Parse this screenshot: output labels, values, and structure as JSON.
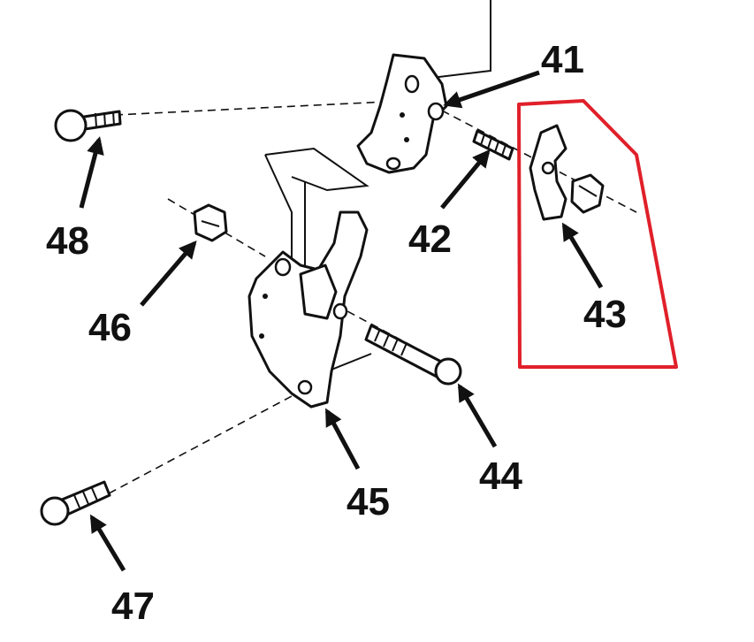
{
  "callouts": [
    {
      "id": "41",
      "label": "41"
    },
    {
      "id": "42",
      "label": "42"
    },
    {
      "id": "43",
      "label": "43"
    },
    {
      "id": "44",
      "label": "44"
    },
    {
      "id": "45",
      "label": "45"
    },
    {
      "id": "46",
      "label": "46"
    },
    {
      "id": "47",
      "label": "47"
    },
    {
      "id": "48",
      "label": "48"
    }
  ],
  "highlight": {
    "target": "43",
    "color": "#e0202a"
  },
  "colors": {
    "line": "#111111",
    "background": "#ffffff"
  }
}
